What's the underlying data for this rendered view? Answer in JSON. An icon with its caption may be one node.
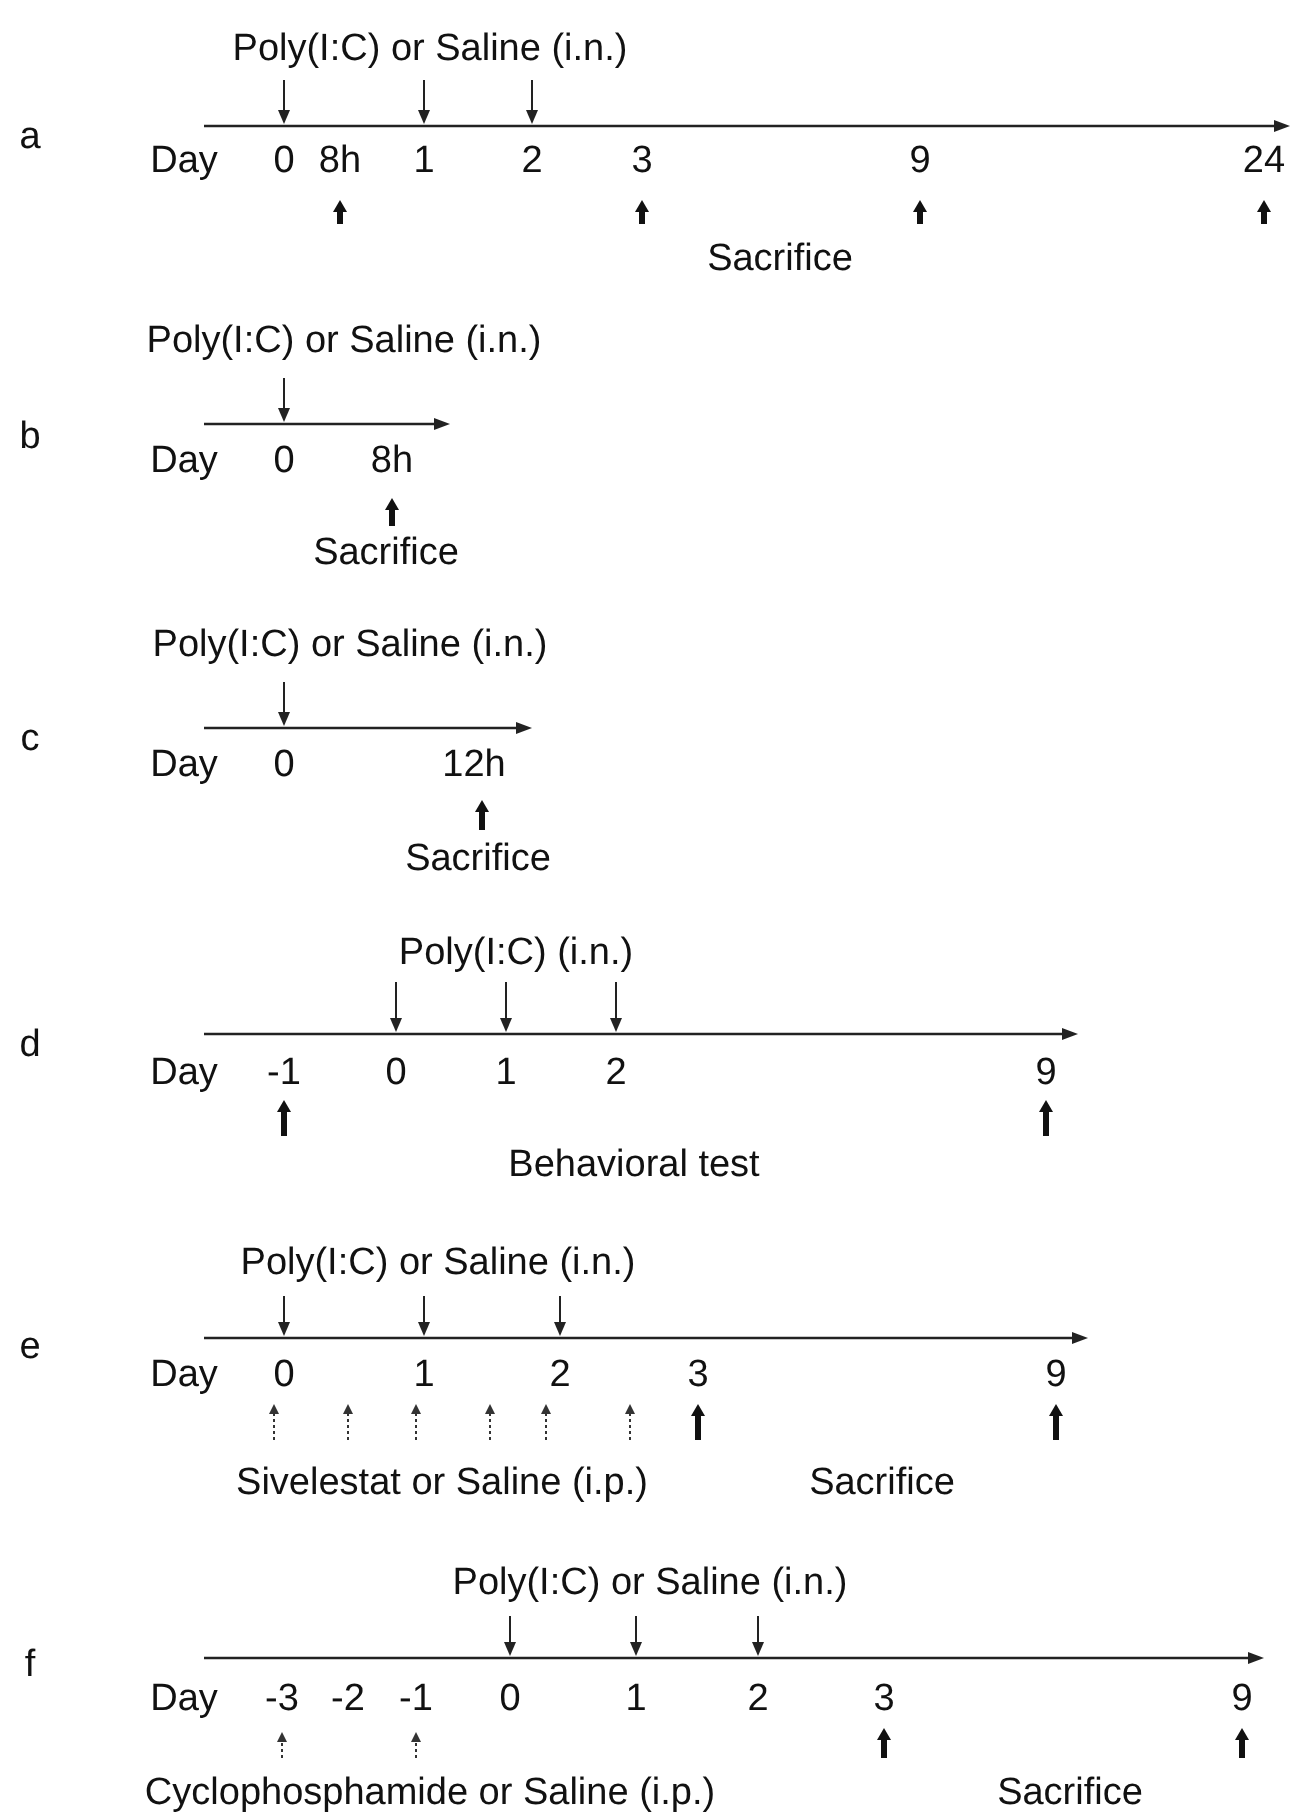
{
  "diagram": {
    "labels": [
      "Poly(I:C) or Saline (i.n.)",
      "a",
      "Day",
      "0",
      "8h",
      "1",
      "2",
      "3",
      "9",
      "24",
      "Sacrifice",
      "Poly(I:C) or Saline (i.n.)",
      "b",
      "Day",
      "0",
      "8h",
      "Sacrifice",
      "Poly(I:C) or Saline (i.n.)",
      "c",
      "Day",
      "0",
      "12h",
      "Sacrifice",
      "Poly(I:C) (i.n.)",
      "d",
      "Day",
      "-1",
      "0",
      "1",
      "2",
      "9",
      "Behavioral test",
      "Poly(I:C) or Saline (i.n.)",
      "e",
      "Day",
      "0",
      "1",
      "2",
      "3",
      "9",
      "Sivelestat or Saline (i.p.)",
      "Sacrifice",
      "Poly(I:C) or Saline (i.n.)",
      "f",
      "Day",
      "-3",
      "-2",
      "-1",
      "0",
      "1",
      "2",
      "3",
      "9",
      "Cyclophosphamide or Saline (i.p.)",
      "Sacrifice"
    ]
  }
}
